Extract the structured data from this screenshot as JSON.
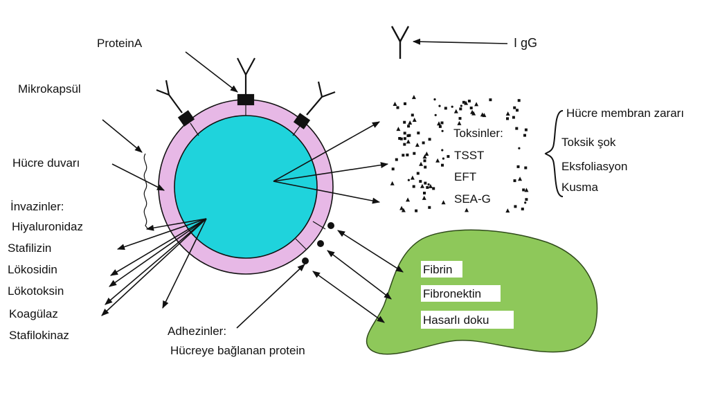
{
  "labels": {
    "protein_a": "ProteinA",
    "igg": "I gG",
    "mikrokapsul": "Mikrokapsül",
    "hucre_duvari": "Hücre duvarı",
    "invazinler": "İnvazinler:",
    "hiyaluronidaz": "Hiyaluronidaz",
    "stafilizin": "Stafilizin",
    "lokosidin": "Lökosidin",
    "lokotoksin": "Lökotoksin",
    "koagulaz": "Koagülaz",
    "stafilokinaz": "Stafilokinaz",
    "adhezinler": "Adhezinler:",
    "hucreye_baglanan": "Hücreye bağlanan protein",
    "toksinler": "Toksinler:",
    "tsst": "TSST",
    "eft": "EFT",
    "sea_g": "SEA-G",
    "membran_zarari": "Hücre membran zararı",
    "toksik_sok": "Toksik şok",
    "eksfoliasyon": "Eksfoliasyon",
    "kusma": "Kusma",
    "fibrin": "Fibrin",
    "fibronektin": "Fibronektin",
    "hasarli_doku": "Hasarlı doku"
  },
  "colors": {
    "cell_inner": "#1fd3dc",
    "cell_wall": "#e7b8e6",
    "tissue": "#8ec85a",
    "ink": "#111111"
  }
}
